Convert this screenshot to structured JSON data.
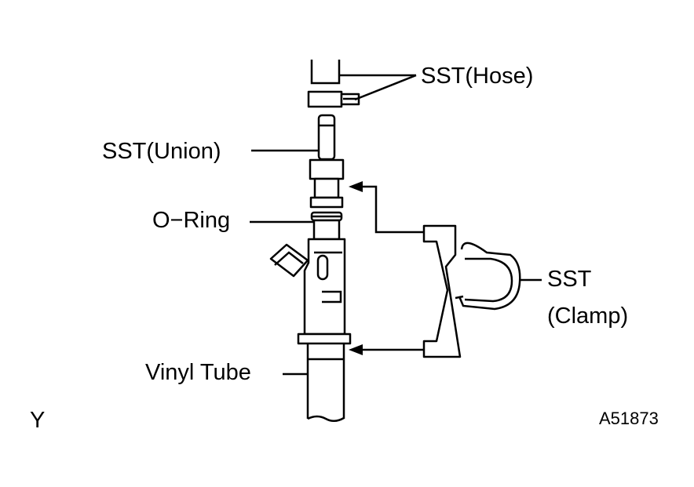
{
  "labels": {
    "hose": "SST(Hose)",
    "union": "SST(Union)",
    "oring": "O−Ring",
    "clamp_line1": "SST",
    "clamp_line2": "(Clamp)",
    "vinyl_tube": "Vinyl Tube",
    "corner_mark": "Y",
    "figure_code": "A51873"
  }
}
